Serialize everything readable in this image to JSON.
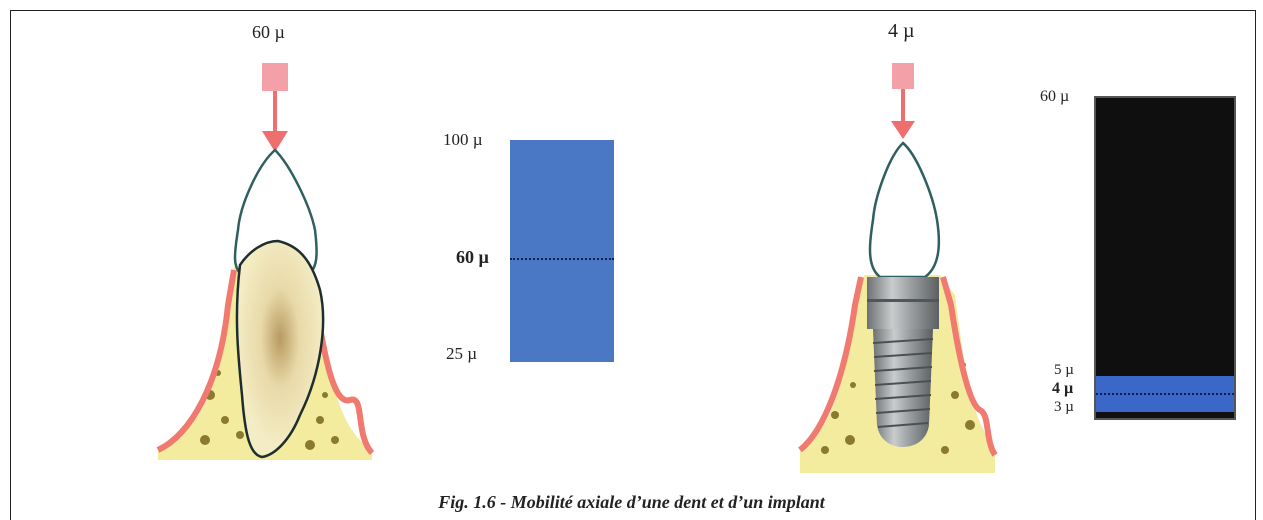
{
  "tooth": {
    "force_label": "60 µ",
    "scale": {
      "top": "100 µ",
      "mid": "60 µ",
      "bottom": "25 µ"
    }
  },
  "implant": {
    "force_label": "4 µ",
    "scale": {
      "top": "60 µ",
      "upper": "5 µ",
      "mid": "4 µ",
      "bottom": "3 µ"
    }
  },
  "caption": "Fig. 1.6 - Mobilité axiale d’une dent et d’un implant",
  "colors": {
    "arrow": "#f08080",
    "bar_blue": "#4a78c4",
    "gum": "#f07a70",
    "bone": "#f3ec9e"
  }
}
